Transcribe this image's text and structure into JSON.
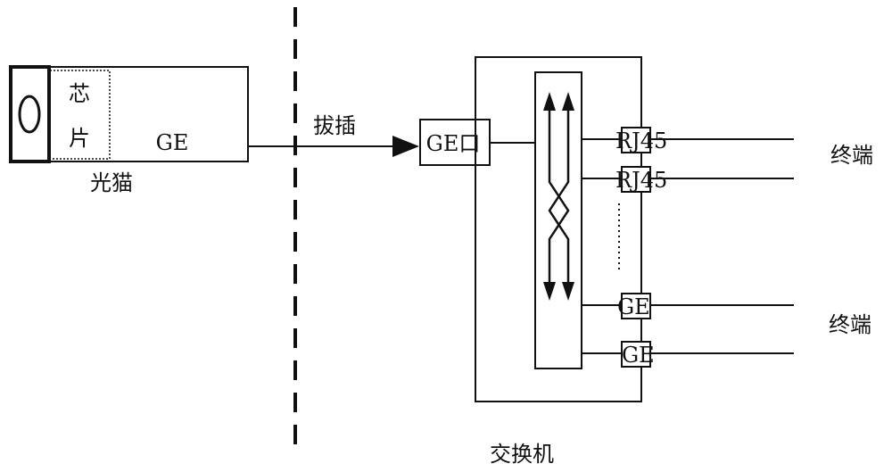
{
  "modem": {
    "label": "光猫",
    "chip_label_line1": "芯",
    "chip_label_line2": "片",
    "port_label": "GE"
  },
  "connection": {
    "label": "拔插"
  },
  "switch": {
    "label": "交换机",
    "uplink_port_label": "GE口",
    "ports": [
      {
        "label": "RJ45"
      },
      {
        "label": "RJ45"
      },
      {
        "label": "GE"
      },
      {
        "label": "GE"
      }
    ]
  },
  "terminals": [
    {
      "label": "终端"
    },
    {
      "label": "终端"
    }
  ],
  "colors": {
    "stroke": "#111111",
    "background": "#ffffff"
  }
}
